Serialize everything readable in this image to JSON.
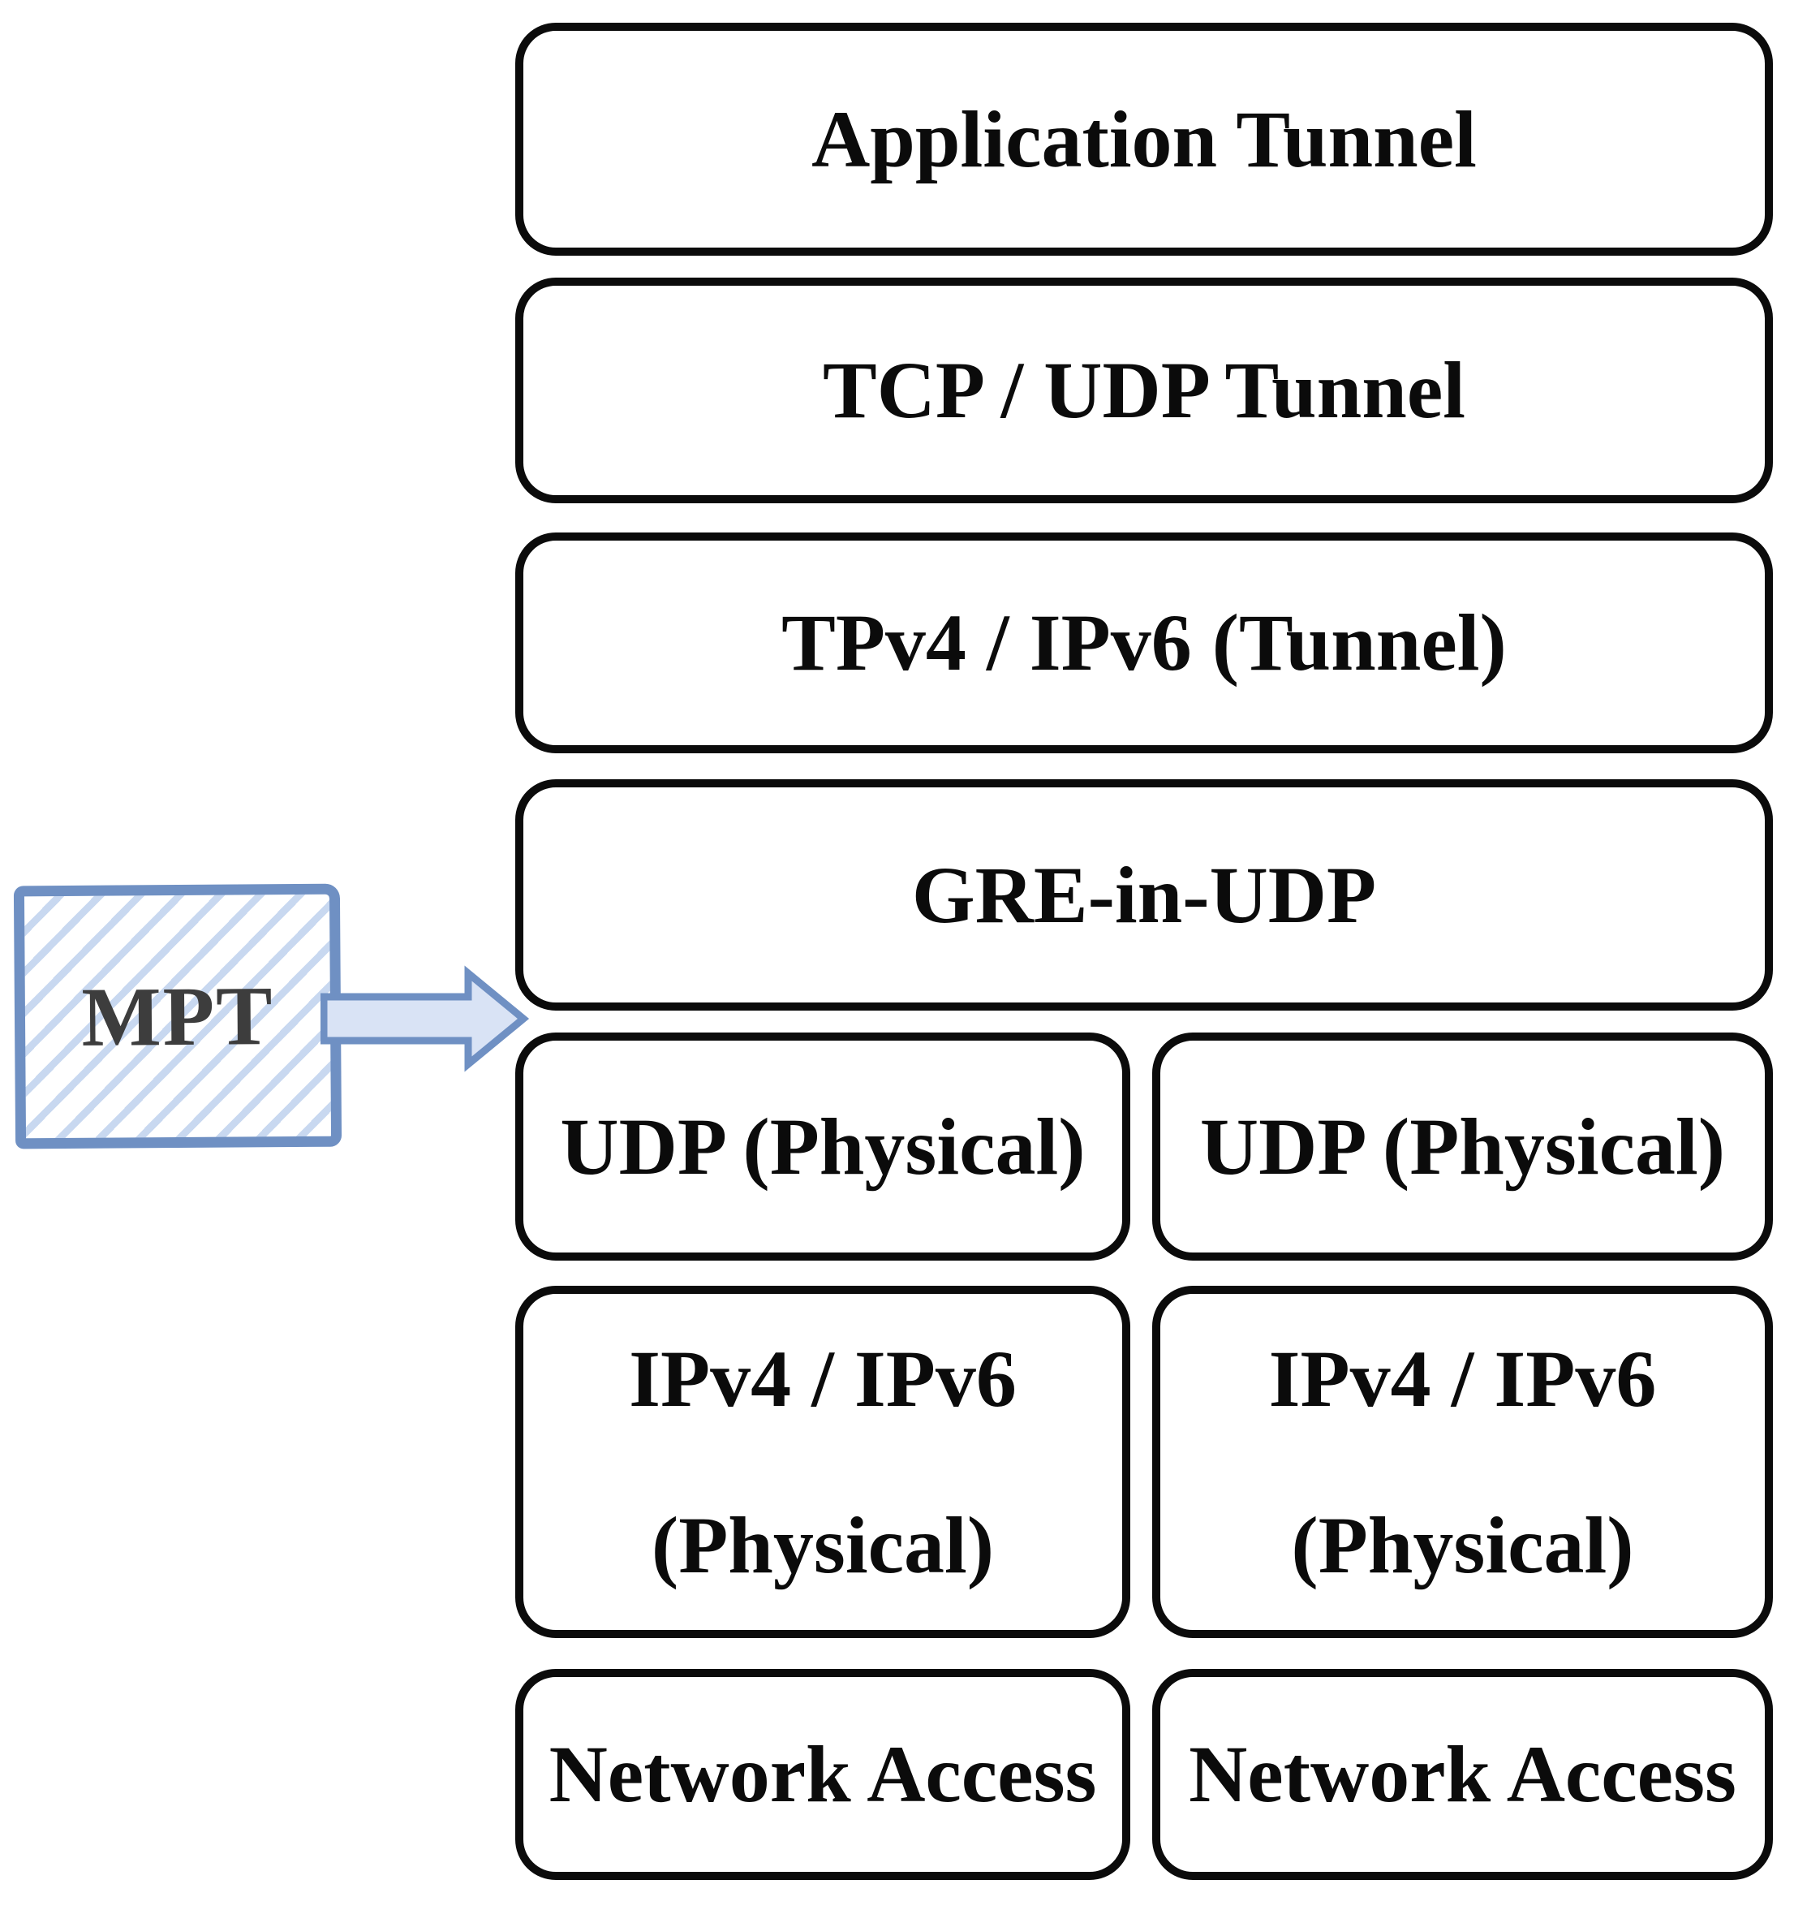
{
  "diagram": {
    "mpt_label": "MPT",
    "layers": [
      "Application Tunnel",
      "TCP / UDP Tunnel",
      "TPv4 / IPv6 (Tunnel)",
      "GRE-in-UDP"
    ],
    "columns": [
      {
        "udp": "UDP (Physical)",
        "ip_line1": "IPv4 / IPv6",
        "ip_line2": "(Physical)",
        "network": "Network Access"
      },
      {
        "udp": "UDP (Physical)",
        "ip_line1": "IPv4 / IPv6",
        "ip_line2": "(Physical)",
        "network": "Network Access"
      }
    ],
    "colors": {
      "box_border": "#0b0b0b",
      "label_color": "#0b0b0b",
      "mpt_border": "#6f90c3",
      "mpt_hatch": "#c8d8f0",
      "mpt_text": "#3d3d3d",
      "arrow_fill": "#d9e3f5",
      "arrow_border": "#6f90c3",
      "bg": "#ffffff"
    }
  }
}
